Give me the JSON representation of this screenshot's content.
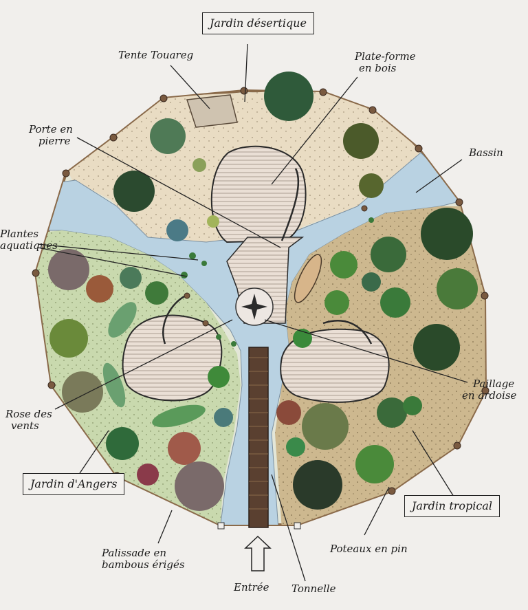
{
  "labels": {
    "jardin_desertique": "Jardin désertique",
    "tente_touareg": "Tente Touareg",
    "plateforme": [
      "Plate-forme",
      "en bois"
    ],
    "porte_pierre": [
      "Porte en",
      "pierre"
    ],
    "bassin": "Bassin",
    "plantes_aquatiques": [
      "Plantes",
      "aquatiques"
    ],
    "paillage": [
      "Paillage",
      "en ardoise"
    ],
    "rose_des_vents": [
      "Rose des",
      "vents"
    ],
    "jardin_angers": "Jardin d'Angers",
    "jardin_tropical": "Jardin tropical",
    "palissade": [
      "Palissade en",
      "bambous érigés"
    ],
    "poteaux": "Poteaux en pin",
    "entree": "Entrée",
    "tonnelle": "Tonnelle"
  },
  "colors": {
    "paper": "#f1efec",
    "desert_ground": "#e9dcc3",
    "water": "#b9d2e2",
    "green_ground": "#c9d9ae",
    "tropical_ground": "#cfb58e",
    "deck": "#eadfd5",
    "post": "#7a5a40",
    "fence": "#8a6a4a",
    "tonnelle": "#5a4030"
  }
}
